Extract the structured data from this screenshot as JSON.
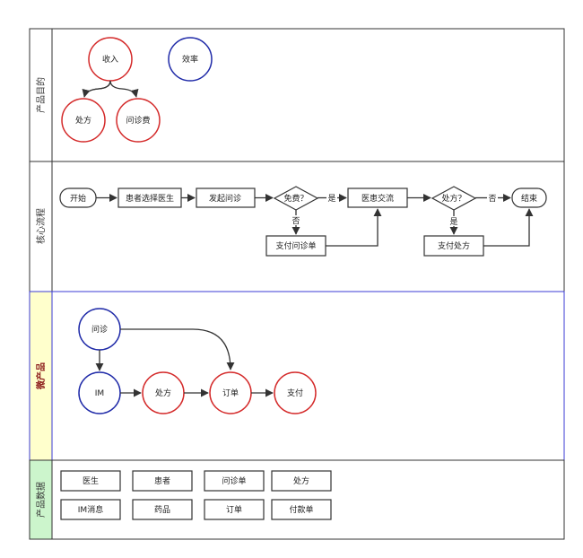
{
  "lanes": {
    "purpose": {
      "title": "产品目的"
    },
    "flow": {
      "title": "核心流程"
    },
    "micro": {
      "title": "微产品"
    },
    "data": {
      "title": "产品数据"
    }
  },
  "purpose": {
    "income": "收入",
    "efficiency": "效率",
    "prescription": "处方",
    "consult_fee": "问诊费"
  },
  "flow": {
    "start": "开始",
    "choose_doctor": "患者选择医生",
    "start_consult": "发起问诊",
    "free_check": "免费？",
    "yes1": "是",
    "no1": "否",
    "pay_consult_order": "支付问诊单",
    "doc_patient_talk": "医患交流",
    "prescription_check": "处方？",
    "no2": "否",
    "yes2": "是",
    "pay_prescription": "支付处方",
    "end": "结束"
  },
  "micro": {
    "consult": "问诊",
    "im": "IM",
    "prescription": "处方",
    "order": "订单",
    "pay": "支付"
  },
  "data_items": [
    "医生",
    "患者",
    "问诊单",
    "处方",
    "IM消息",
    "药品",
    "订单",
    "付款单"
  ],
  "colors": {
    "red_circle": "#d42a2a",
    "blue_circle": "#1f2aa8",
    "lane_border": "#333333",
    "micro_border": "#3b3bd6",
    "micro_label_bg": "#ffffcc",
    "data_label_bg": "#ccf5cc"
  }
}
